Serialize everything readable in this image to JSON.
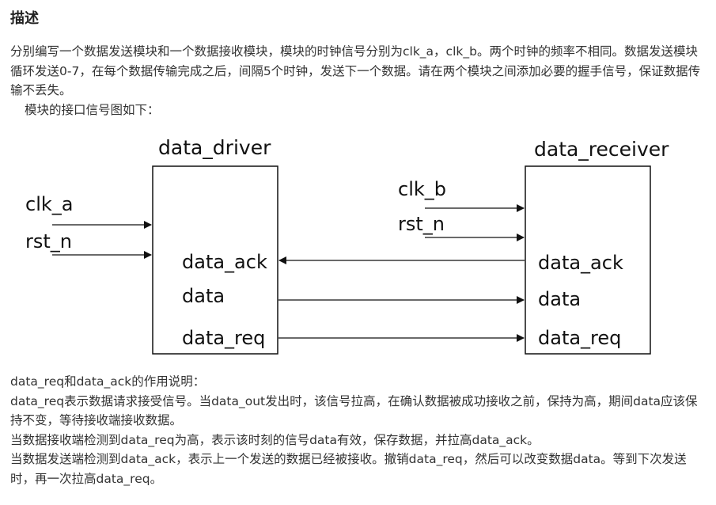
{
  "heading": "描述",
  "intro": {
    "line1": "分别编写一个数据发送模块和一个数据接收模块，模块的时钟信号分别为clk_a，clk_b。两个时钟的频率不相同。数据发送模块循环发送0-7，在每个数据传输完成之后，间隔5个时钟，发送下一个数据。请在两个模块之间添加必要的握手信号，保证数据传输不丢失。",
    "line2": "模块的接口信号图如下："
  },
  "diagram": {
    "driver": {
      "title": "data_driver",
      "inputs": [
        "clk_a",
        "rst_n"
      ],
      "ports": [
        "data_ack",
        "data",
        "data_req"
      ]
    },
    "receiver": {
      "title": "data_receiver",
      "inputs": [
        "clk_b",
        "rst_n"
      ],
      "ports": [
        "data_ack",
        "data",
        "data_req"
      ]
    }
  },
  "notes": {
    "line1": "data_req和data_ack的作用说明：",
    "line2": "data_req表示数据请求接受信号。当data_out发出时，该信号拉高，在确认数据被成功接收之前，保持为高，期间data应该保持不变，等待接收端接收数据。",
    "line3": "当数据接收端检测到data_req为高，表示该时刻的信号data有效，保存数据，并拉高data_ack。",
    "line4": "当数据发送端检测到data_ack，表示上一个发送的数据已经被接收。撤销data_req，然后可以改变数据data。等到下次发送时，再一次拉高data_req。"
  },
  "colors": {
    "text": "#333333",
    "line": "#111111"
  }
}
